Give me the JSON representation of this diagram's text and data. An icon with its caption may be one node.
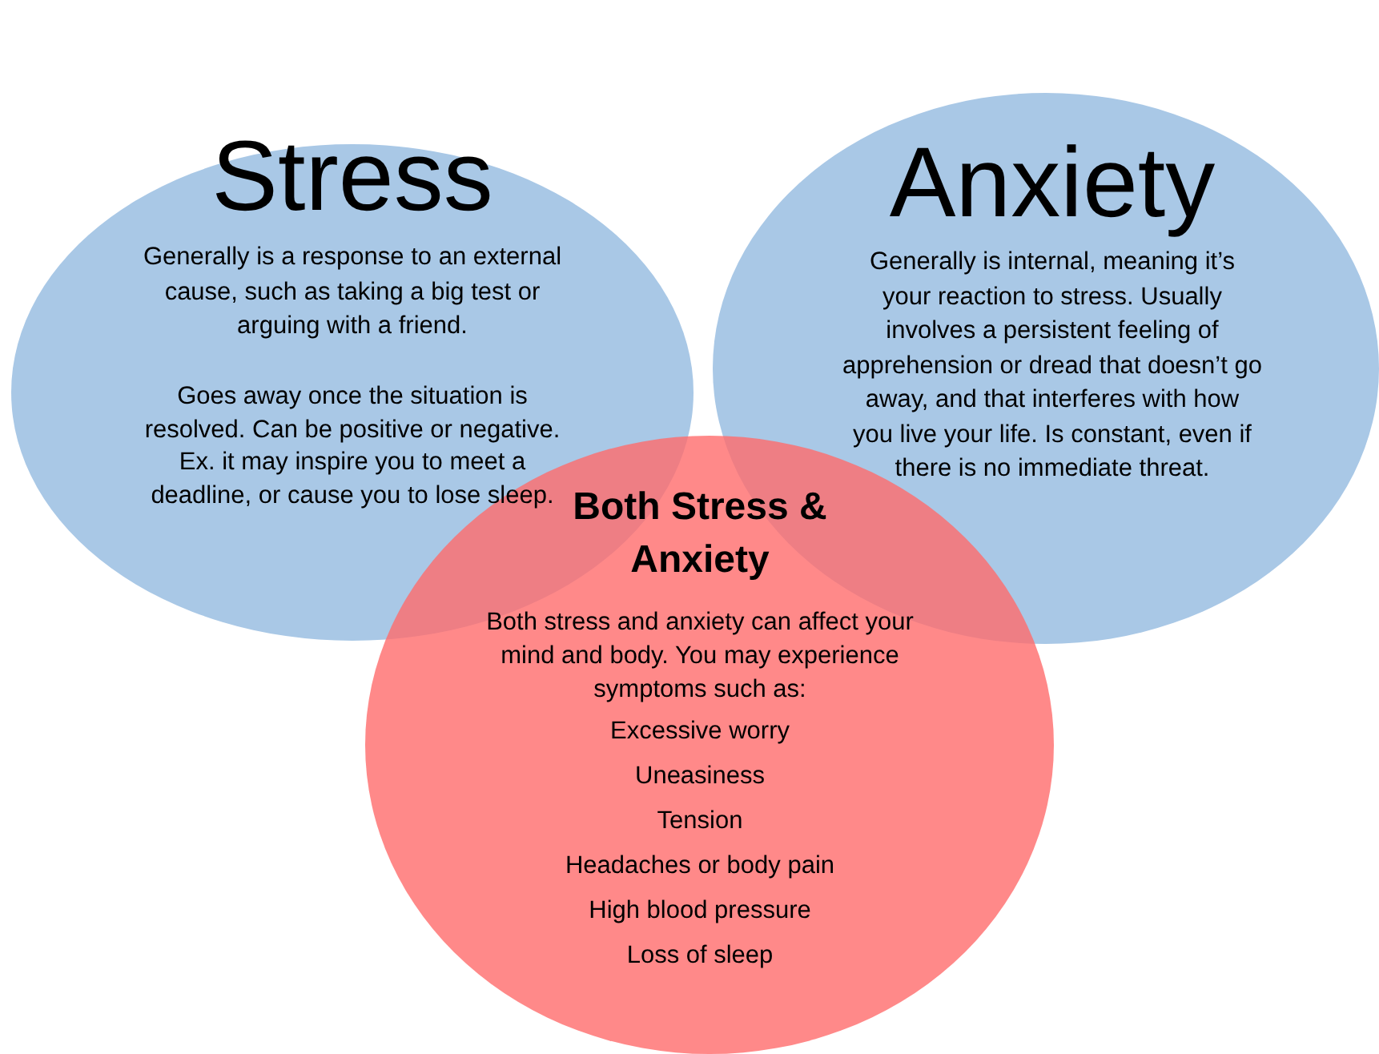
{
  "diagram": {
    "nodes": [
      {
        "text": [
          "Stress",
          "Generally is a response to an external cause, such as taking a big test or arguing with a friend.",
          "Goes away once the situation is resolved. Can be positive or negative. Ex. it may inspire you to meet a deadline, or cause you to lose sleep."
        ]
      },
      {
        "text": [
          "Anxiety",
          "Generally is internal, meaning it’s your reaction to stress. Usually involves a persistent feeling of apprehension or dread that doesn’t go away, and that interferes with how you live your life. Is constant, even if there is no immediate threat."
        ]
      },
      {
        "text": [
          "Both Stress & Anxiety",
          "Both stress and anxiety can affect your mind and body. You may experience symptoms such as:",
          "Excessive worry",
          "Uneasiness",
          "Tension",
          "Headaches or body pain",
          "High blood pressure",
          "Loss of sleep"
        ]
      }
    ]
  }
}
